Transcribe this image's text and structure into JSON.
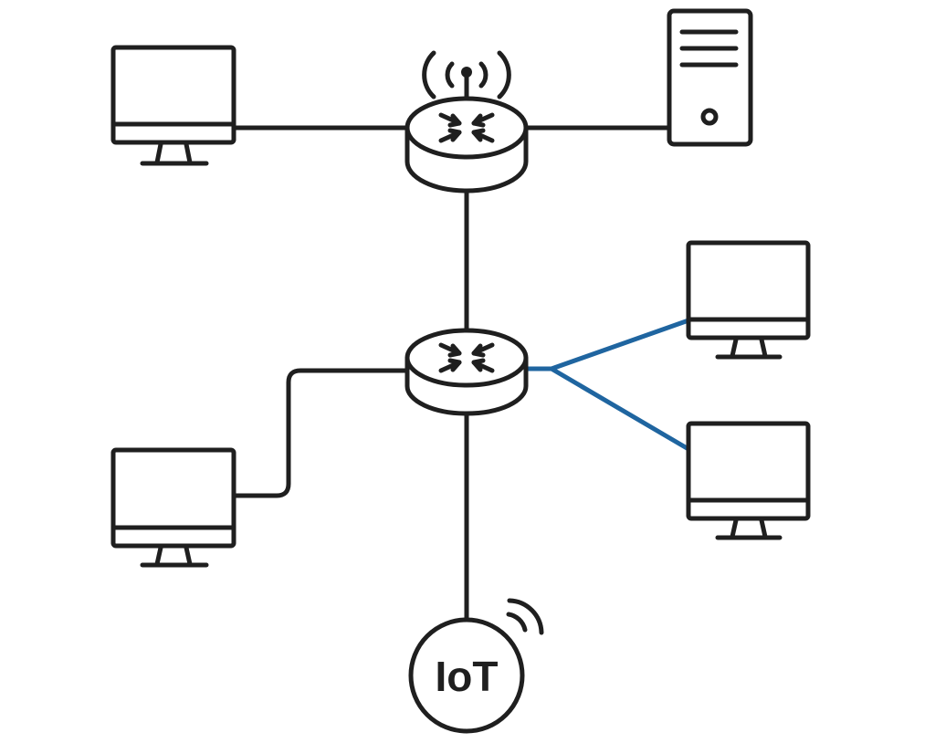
{
  "colors": {
    "stroke": "#1f1f1f",
    "wireless_link": "#1f65a0",
    "background": "#ffffff"
  },
  "nodes": {
    "router_top": {
      "type": "router",
      "icon": "router-icon",
      "wireless": true
    },
    "router_middle": {
      "type": "router",
      "icon": "router-icon",
      "wireless": false
    },
    "server": {
      "type": "server",
      "icon": "server-tower-icon"
    },
    "monitor_top_left": {
      "type": "computer",
      "icon": "monitor-icon"
    },
    "monitor_bottom_left": {
      "type": "computer",
      "icon": "monitor-icon"
    },
    "monitor_right_top": {
      "type": "computer",
      "icon": "monitor-icon"
    },
    "monitor_right_bottom": {
      "type": "computer",
      "icon": "monitor-icon"
    },
    "iot_device": {
      "type": "iot",
      "icon": "iot-device-icon",
      "label": "IoT",
      "wireless": true
    }
  },
  "connections": [
    {
      "from": "monitor_top_left",
      "to": "router_top",
      "style": "wired"
    },
    {
      "from": "router_top",
      "to": "server",
      "style": "wired"
    },
    {
      "from": "router_top",
      "to": "router_middle",
      "style": "wired"
    },
    {
      "from": "monitor_bottom_left",
      "to": "router_middle",
      "style": "wired"
    },
    {
      "from": "router_middle",
      "to": "monitor_right_top",
      "style": "wireless-blue"
    },
    {
      "from": "router_middle",
      "to": "monitor_right_bottom",
      "style": "wireless-blue"
    },
    {
      "from": "router_middle",
      "to": "iot_device",
      "style": "wired"
    }
  ]
}
